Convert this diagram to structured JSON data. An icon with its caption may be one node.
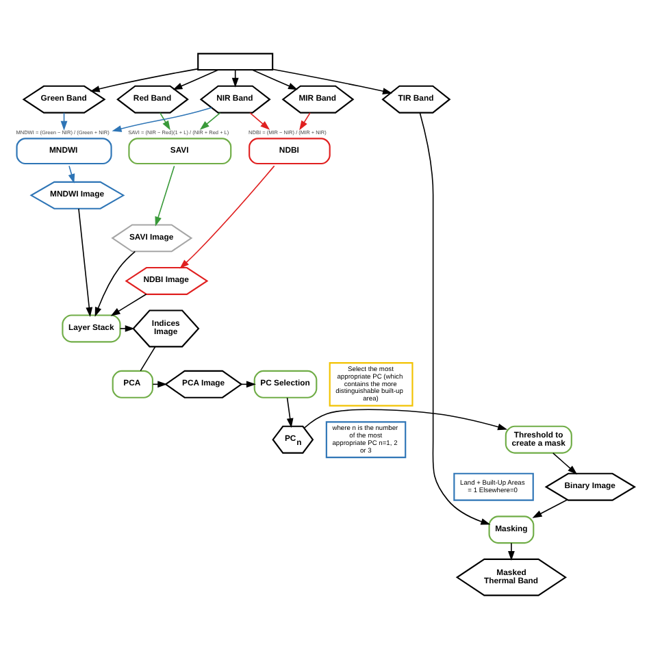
{
  "diagram": {
    "nodes": [
      {
        "text": [],
        "shape": "box"
      },
      {
        "text": [
          "Green Band"
        ]
      },
      {
        "text": [
          "Red Band"
        ]
      },
      {
        "text": [
          "NIR Band"
        ]
      },
      {
        "text": [
          "MIR Band"
        ]
      },
      {
        "text": [
          "TIR Band"
        ]
      },
      {
        "text": [
          "SAVI"
        ],
        "beside": [
          "SAVI = (NIR − Red)(1 + L) / (NIR + Red + L)"
        ]
      },
      {
        "text": [
          "MNDWI"
        ],
        "beside": [
          "MNDWI = (Green − NIR) / (Green + NIR)"
        ]
      },
      {
        "text": [
          "NDBI"
        ],
        "beside": [
          "NDBI = (MIR − NIR) / (MIR + NIR)"
        ]
      },
      {
        "text": [
          "MNDWI Image"
        ]
      },
      {
        "text": [
          "SAVI Image"
        ]
      },
      {
        "text": [
          "NDBI Image"
        ]
      },
      {
        "text": [
          "Layer Stack"
        ]
      },
      {
        "text": [
          "Indices Image"
        ]
      },
      {
        "text": [
          "PCA"
        ]
      },
      {
        "text": [
          "PCA Image"
        ]
      },
      {
        "text": [
          "PC Selection"
        ]
      },
      {
        "text": [
          "Select the most appropriate PC (which contains the more distinguishable built-up area)"
        ]
      },
      {
        "text": [
          "PC$_{n}$"
        ]
      },
      {
        "text": [
          "where n is the number of the most appropriate PC n=1, 2 or 3"
        ]
      },
      {
        "text": [
          "Threshold to create a mask"
        ]
      },
      {
        "text": [
          "Binary Image"
        ]
      },
      {
        "text": [
          "Land + Built-Up Areas = 1 Elsewhere=0"
        ]
      },
      {
        "text": [
          "Masking"
        ]
      },
      {
        "text": [
          "Masked Thermal Band"
        ]
      }
    ],
    "edges": [
      {
        "from": 0,
        "to": 1,
        "arrow": "to"
      },
      {
        "from": 0,
        "to": 2,
        "arrow": "to"
      },
      {
        "from": 0,
        "to": 3,
        "arrow": "to"
      },
      {
        "from": 0,
        "to": 4,
        "arrow": "to"
      },
      {
        "from": 0,
        "to": 5,
        "arrow": "to"
      },
      {
        "from": 2,
        "to": 6,
        "arrow": "to",
        "color": "#3a9a3a"
      },
      {
        "from": 3,
        "to": 6,
        "arrow": "to",
        "color": "#3a9a3a"
      },
      {
        "from": 1,
        "to": 7,
        "arrow": "to",
        "color": "#2e75b6"
      },
      {
        "from": 3,
        "to": 7,
        "arrow": "to",
        "color": "#2e75b6"
      },
      {
        "from": 3,
        "to": 8,
        "arrow": "to",
        "color": "#e02020"
      },
      {
        "from": 4,
        "to": 8,
        "arrow": "to",
        "color": "#e02020"
      },
      {
        "from": 7,
        "to": 9,
        "arrow": "to",
        "color": "#2e75b6"
      },
      {
        "from": 6,
        "to": 10,
        "arrow": "to",
        "color": "#3a9a3a"
      },
      {
        "from": 8,
        "to": 11,
        "arrow": "to",
        "color": "#e02020"
      },
      {
        "from": 9,
        "to": 12,
        "arrow": "to"
      },
      {
        "from": 10,
        "to": 12,
        "arrow": "to"
      },
      {
        "from": 11,
        "to": 12,
        "arrow": "to"
      },
      {
        "from": 12,
        "to": 13,
        "arrow": "to"
      },
      {
        "from": 13,
        "to": 14,
        "arrow": "none"
      },
      {
        "from": 14,
        "to": 15,
        "arrow": "to"
      },
      {
        "from": 15,
        "to": 16,
        "arrow": "to"
      },
      {
        "from": 16,
        "to": 18,
        "arrow": "to"
      },
      {
        "from": 18,
        "to": 20,
        "arrow": "to"
      },
      {
        "from": 20,
        "to": 21,
        "arrow": "to"
      },
      {
        "from": 21,
        "to": 23,
        "arrow": "to"
      },
      {
        "from": 5,
        "to": 23,
        "arrow": "to"
      },
      {
        "from": 23,
        "to": 24,
        "arrow": "to"
      }
    ]
  }
}
